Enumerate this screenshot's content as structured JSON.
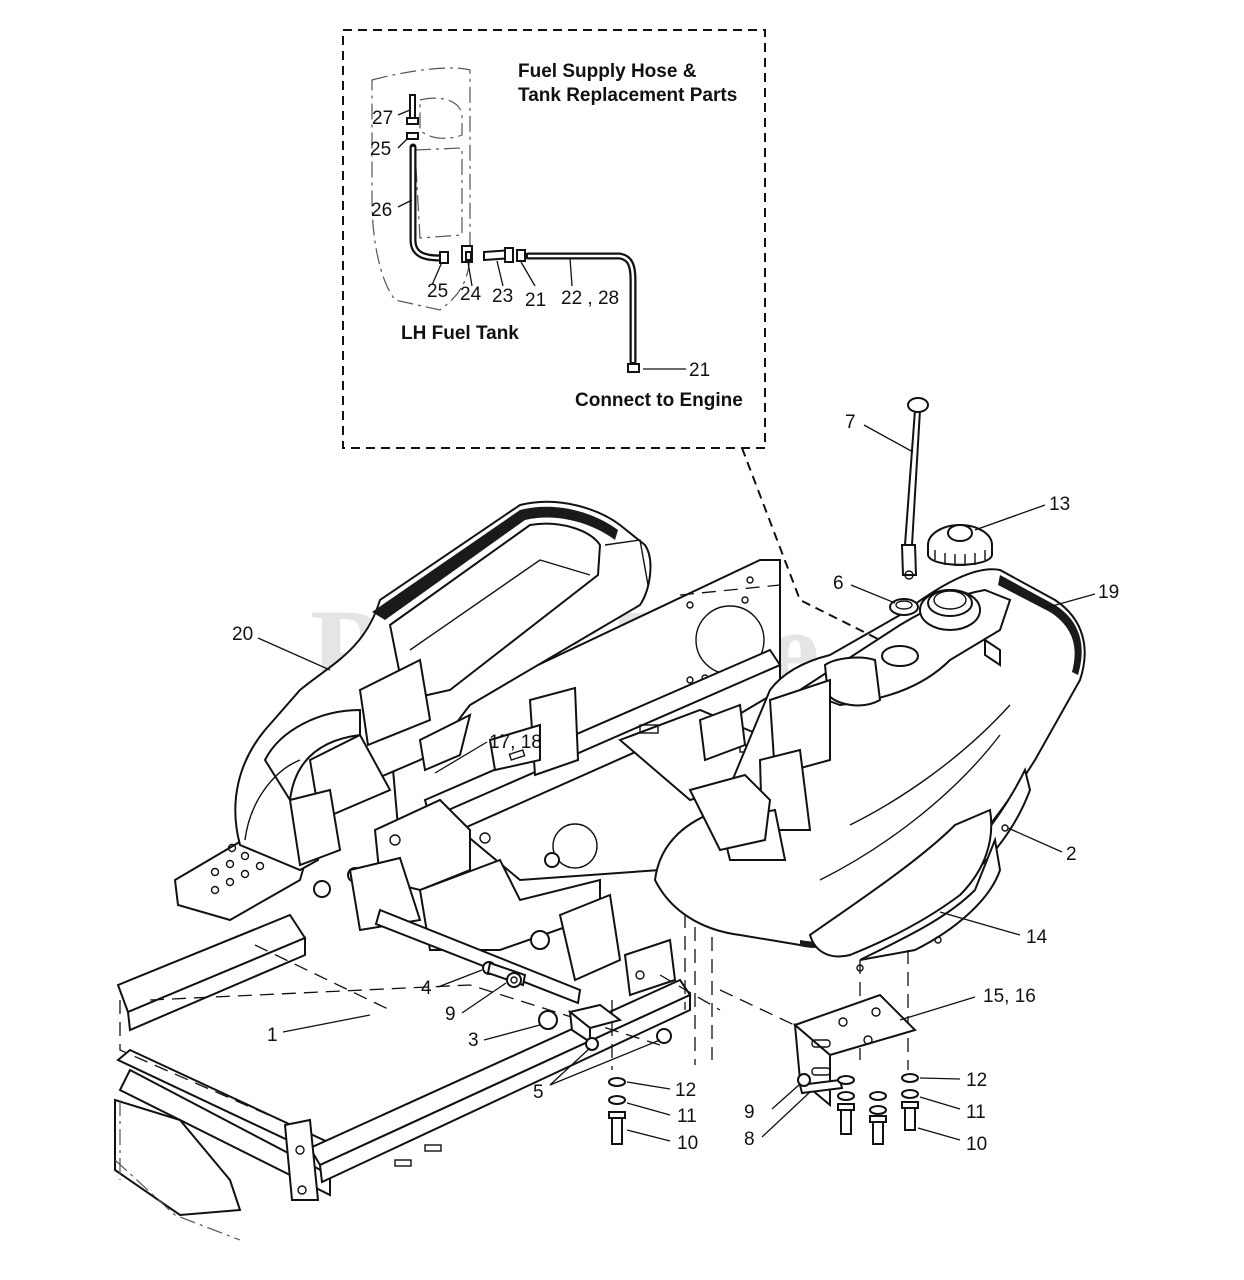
{
  "watermark": "PartsTree",
  "inset": {
    "title_line1": "Fuel Supply Hose &",
    "title_line2": "Tank Replacement Parts",
    "tank_label": "LH Fuel Tank",
    "engine_label": "Connect to Engine",
    "callouts": [
      "27",
      "25",
      "26",
      "25",
      "24",
      "23",
      "21",
      "22 , 28",
      "21"
    ]
  },
  "callouts": [
    "7",
    "13",
    "6",
    "19",
    "20",
    "17, 18",
    "2",
    "14",
    "4",
    "9",
    "1",
    "3",
    "5",
    "12",
    "11",
    "10",
    "15, 16",
    "12",
    "11",
    "9",
    "8",
    "10"
  ]
}
